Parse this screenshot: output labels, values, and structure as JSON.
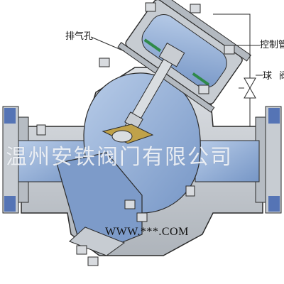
{
  "labels": {
    "vent": "排气孔",
    "control_pipe": "控制管",
    "ball_valve": "球 阀"
  },
  "watermark": "温州安铁阀门有限公司",
  "website": "WWW.***.COM",
  "colors": {
    "body_blue": "#8fb0d8",
    "body_blue_dark": "#6e8fbf",
    "metal_gray": "#c7ccd2",
    "flange_blue": "#5574b5",
    "bolt": "#d8dbdf",
    "outline": "#2b2b2b"
  }
}
